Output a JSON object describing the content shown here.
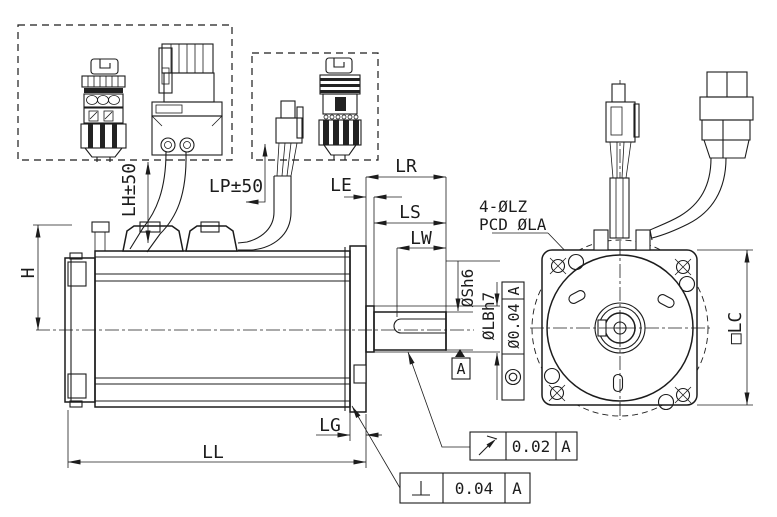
{
  "drawing": {
    "dims": {
      "lh": "LH±50",
      "lp": "LP±50",
      "h": "H",
      "ll": "LL",
      "lg": "LG",
      "lr": "LR",
      "le": "LE",
      "ls": "LS",
      "lw": "LW",
      "lc": "□LC"
    },
    "shaft": {
      "diameter": "ØSh6",
      "pilot_diameter": "ØLBh7"
    },
    "mounting_holes": {
      "line1": "4-ØLZ",
      "line2": "PCD ØLA"
    },
    "gdt": {
      "datum_label": "A",
      "concentricity": {
        "symbol": "concentricity",
        "value": "Ø0.04",
        "datum": "A"
      },
      "circular_runout": {
        "symbol": "circular-runout",
        "value": "0.02",
        "datum": "A"
      },
      "perpendicularity": {
        "symbol": "perpendicularity",
        "value": "0.04",
        "datum": "A"
      }
    },
    "colors": {
      "line": "#1c1c1c",
      "background": "#ffffff"
    }
  }
}
